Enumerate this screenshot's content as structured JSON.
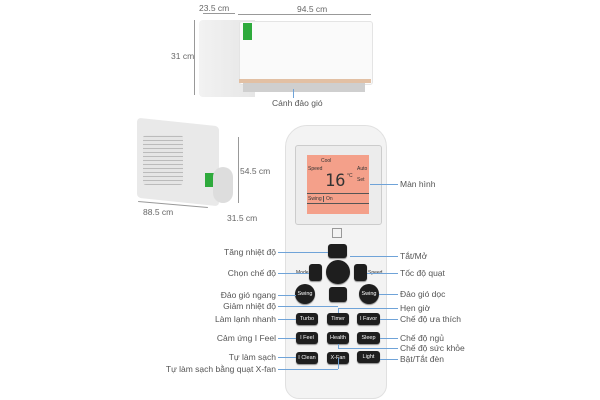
{
  "indoor": {
    "depth": "23.5 cm",
    "width": "94.5 cm",
    "height": "31 cm",
    "label": "Cánh đảo gió"
  },
  "outdoor": {
    "height": "54.5 cm",
    "width": "88.5 cm",
    "depth": "31.5 cm"
  },
  "display": {
    "mode": "Cool",
    "speed": "Speed",
    "auto": "Auto",
    "temp": "16",
    "unit": "°C",
    "set": "Set",
    "swing": "Swing",
    "on": "On",
    "label": "Màn hình"
  },
  "buttons": {
    "mode": "Mode",
    "speed": "Speed",
    "swing": "Swing",
    "turbo": "Turbo",
    "timer": "Timer",
    "ifavor": "I Favor",
    "ifeel": "I Feel",
    "health": "Health",
    "sleep": "Sleep",
    "iclean": "I Clean",
    "xfan": "X-Fan",
    "light": "Light"
  },
  "labels_left": {
    "up": "Tăng nhiệt độ",
    "mode": "Chọn chế độ",
    "hswing": "Đảo gió ngang",
    "down": "Giảm nhiệt độ",
    "turbo": "Làm lạnh nhanh",
    "ifeel": "Cảm ứng I Feel",
    "iclean": "Tự làm sạch",
    "xfan": "Tự làm sạch bằng quạt X-fan"
  },
  "labels_right": {
    "power": "Tắt/Mở",
    "speed": "Tốc độ quạt",
    "vswing": "Đảo gió dọc",
    "timer": "Hẹn giờ",
    "ifavor": "Chế độ ưa thích",
    "sleep": "Chế độ ngủ",
    "health": "Chế độ sức khỏe",
    "light": "Bật/Tắt đèn"
  },
  "colors": {
    "accent": "#6fa3d8",
    "lcd": "#f4a08a"
  }
}
